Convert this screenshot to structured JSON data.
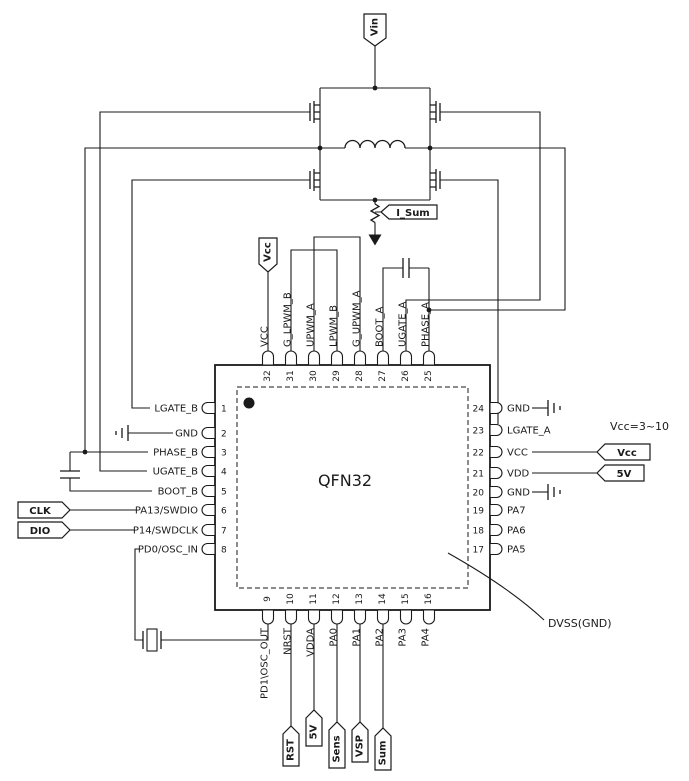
{
  "schematic": {
    "chip_name": "QFN32",
    "annotations": {
      "vcc_range": "Vcc=3~10",
      "dvss": "DVSS(GND)"
    }
  },
  "chip": {
    "top_pins": [
      {
        "num": "32",
        "label": "VCC"
      },
      {
        "num": "31",
        "label": "G_LPWM_B"
      },
      {
        "num": "30",
        "label": "UPWM_A"
      },
      {
        "num": "29",
        "label": "LPWM_B"
      },
      {
        "num": "28",
        "label": "G_UPWM_A"
      },
      {
        "num": "27",
        "label": "BOOT_A"
      },
      {
        "num": "26",
        "label": "UGATE_A"
      },
      {
        "num": "25",
        "label": "PHASE_A"
      }
    ],
    "left_pins": [
      {
        "num": "1",
        "label": "LGATE_B"
      },
      {
        "num": "2",
        "label": "GND"
      },
      {
        "num": "3",
        "label": "PHASE_B"
      },
      {
        "num": "4",
        "label": "UGATE_B"
      },
      {
        "num": "5",
        "label": "BOOT_B"
      },
      {
        "num": "6",
        "label": "PA13/SWDIO"
      },
      {
        "num": "7",
        "label": "P14/SWDCLK"
      },
      {
        "num": "8",
        "label": "PD0/OSC_IN"
      }
    ],
    "right_pins": [
      {
        "num": "24",
        "label": "GND"
      },
      {
        "num": "23",
        "label": "LGATE_A"
      },
      {
        "num": "22",
        "label": "VCC"
      },
      {
        "num": "21",
        "label": "VDD"
      },
      {
        "num": "20",
        "label": "GND"
      },
      {
        "num": "19",
        "label": "PA7"
      },
      {
        "num": "18",
        "label": "PA6"
      },
      {
        "num": "17",
        "label": "PA5"
      }
    ],
    "bottom_pins": [
      {
        "num": "9",
        "label": "PD1\\OSC_OUT"
      },
      {
        "num": "10",
        "label": "NRST"
      },
      {
        "num": "11",
        "label": "VDDA"
      },
      {
        "num": "12",
        "label": "PA0"
      },
      {
        "num": "13",
        "label": "PA1"
      },
      {
        "num": "14",
        "label": "PA2"
      },
      {
        "num": "15",
        "label": "PA3"
      },
      {
        "num": "16",
        "label": "PA4"
      }
    ]
  },
  "flags": {
    "vin": "Vin",
    "vcc_top": "Vcc",
    "i_sum": "I_Sum",
    "clk": "CLK",
    "dio": "DIO",
    "vcc_right": "Vcc",
    "v5_right": "5V",
    "rst": "RST",
    "v5_bottom": "5V",
    "sens": "Sens",
    "vsp": "VSP",
    "sum": "Sum"
  },
  "colors": {
    "line": "#1a1a1a",
    "background": "#ffffff"
  }
}
